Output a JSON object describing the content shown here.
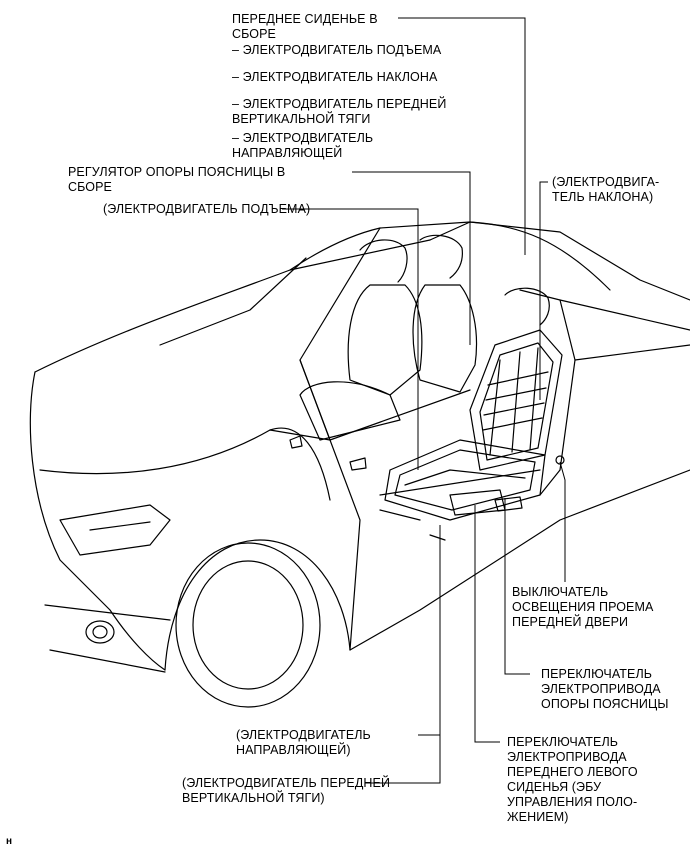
{
  "labels": {
    "front_seat_assy": "ПЕРЕДНЕЕ СИДЕНЬЕ В\nСБОРЕ",
    "lifter_motor": "– ЭЛЕКТРОДВИГАТЕЛЬ ПОДЪЕМА",
    "recline_motor": "– ЭЛЕКТРОДВИГАТЕЛЬ НАКЛОНА",
    "front_vertical_motor": "– ЭЛЕКТРОДВИГАТЕЛЬ ПЕРЕДНЕЙ\nВЕРТИКАЛЬНОЙ ТЯГИ",
    "slide_motor": "– ЭЛЕКТРОДВИГАТЕЛЬ\nНАПРАВЛЯЮЩЕЙ",
    "lumbar_adjuster": "РЕГУЛЯТОР ОПОРЫ ПОЯСНИЦЫ В\nСБОРЕ",
    "lifter_motor_paren": "(ЭЛЕКТРОДВИГАТЕЛЬ ПОДЪЕМА)",
    "recline_motor_paren": "(ЭЛЕКТРОДВИГА-\nТЕЛЬ НАКЛОНА)",
    "courtesy_switch": "ВЫКЛЮЧАТЕЛЬ\nОСВЕЩЕНИЯ ПРОЕМА\nПЕРЕДНЕЙ ДВЕРИ",
    "lumbar_switch": "ПЕРЕКЛЮЧАТЕЛЬ\nЭЛЕКТРОПРИВОДА\nОПОРЫ ПОЯСНИЦЫ",
    "slide_motor_paren": "(ЭЛЕКТРОДВИГАТЕЛЬ\nНАПРАВЛЯЮЩЕЙ)",
    "seat_switch": "ПЕРЕКЛЮЧАТЕЛЬ\nЭЛЕКТРОПРИВОДА\nПЕРЕДНЕГО ЛЕВОГО\nСИДЕНЬЯ (ЭБУ\nУПРАВЛЕНИЯ ПОЛО-\nЖЕНИЕМ)",
    "front_vertical_motor_paren": "(ЭЛЕКТРОДВИГАТЕЛЬ ПЕРЕДНЕЙ\nВЕРТИКАЛЬНОЙ ТЯГИ)",
    "corner_mark": "н"
  }
}
